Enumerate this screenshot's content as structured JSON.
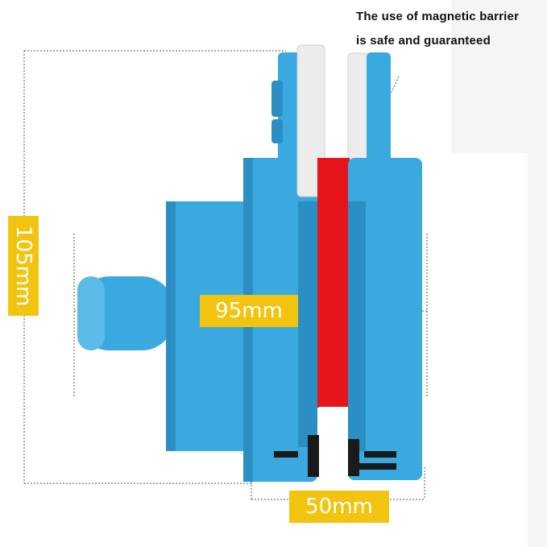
{
  "caption": {
    "line1": "The use of magnetic barrier",
    "line2": "is safe and guaranteed"
  },
  "dimensions": {
    "height_label": "105mm",
    "width_label": "95mm",
    "gap_label": "50mm"
  },
  "colors": {
    "body_blue": "#3aa9e0",
    "body_blue_dark": "#2b8fc4",
    "barrier_red": "#e8141c",
    "label_yellow": "#f2c40f",
    "felt_gray": "#ececec"
  }
}
